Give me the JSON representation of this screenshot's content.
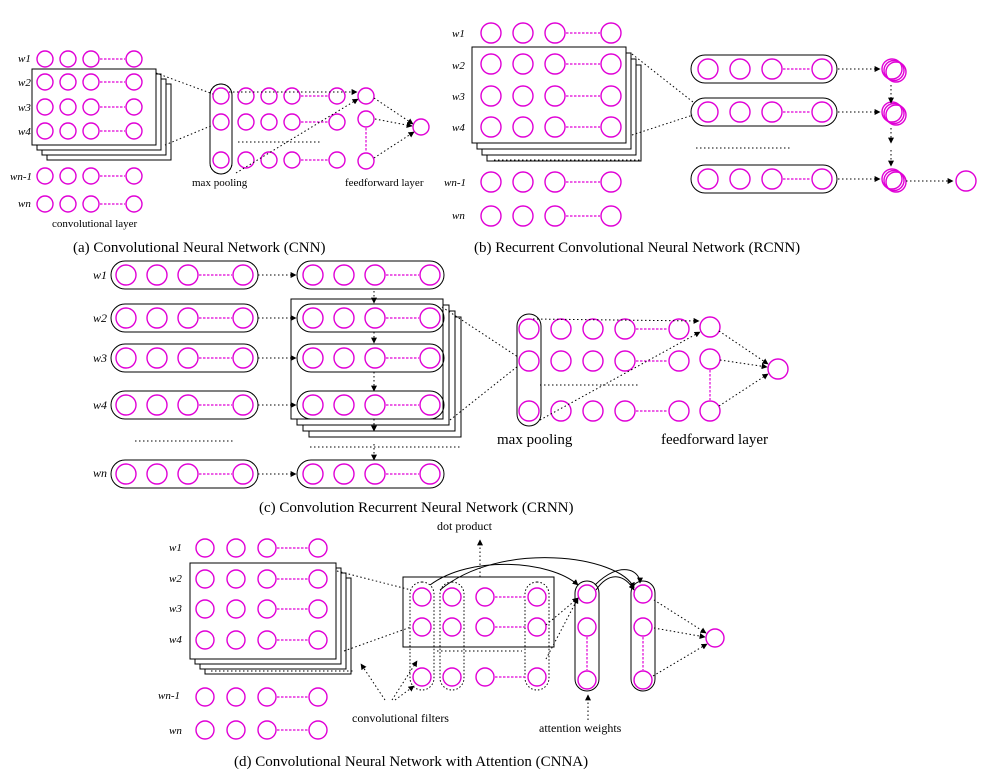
{
  "panels": {
    "cnn": {
      "caption": "(a) Convolutional Neural Network (CNN)",
      "word_labels": [
        "w1",
        "w2",
        "w3",
        "w4",
        "wn-1",
        "wn"
      ],
      "layer_labels": [
        "convolutional layer",
        "max pooling",
        "feedforward layer"
      ]
    },
    "rcnn": {
      "caption": "(b) Recurrent Convolutional Neural Network (RCNN)",
      "word_labels": [
        "w1",
        "w2",
        "w3",
        "w4",
        "wn-1",
        "wn"
      ]
    },
    "crnn": {
      "caption": "(c) Convolution Recurrent Neural Network (CRNN)",
      "word_labels": [
        "w1",
        "w2",
        "w3",
        "w4",
        "wn"
      ],
      "layer_labels": [
        "max pooling",
        "feedforward layer"
      ]
    },
    "cnna": {
      "caption": "(d) Convolutional Neural Network with Attention (CNNA)",
      "word_labels": [
        "w1",
        "w2",
        "w3",
        "w4",
        "wn-1",
        "wn"
      ],
      "annotations": [
        "dot product",
        "convolutional filters",
        "attention weights"
      ]
    }
  },
  "colors": {
    "neuron": "#e000d6",
    "line": "#000000",
    "background": "#ffffff"
  }
}
